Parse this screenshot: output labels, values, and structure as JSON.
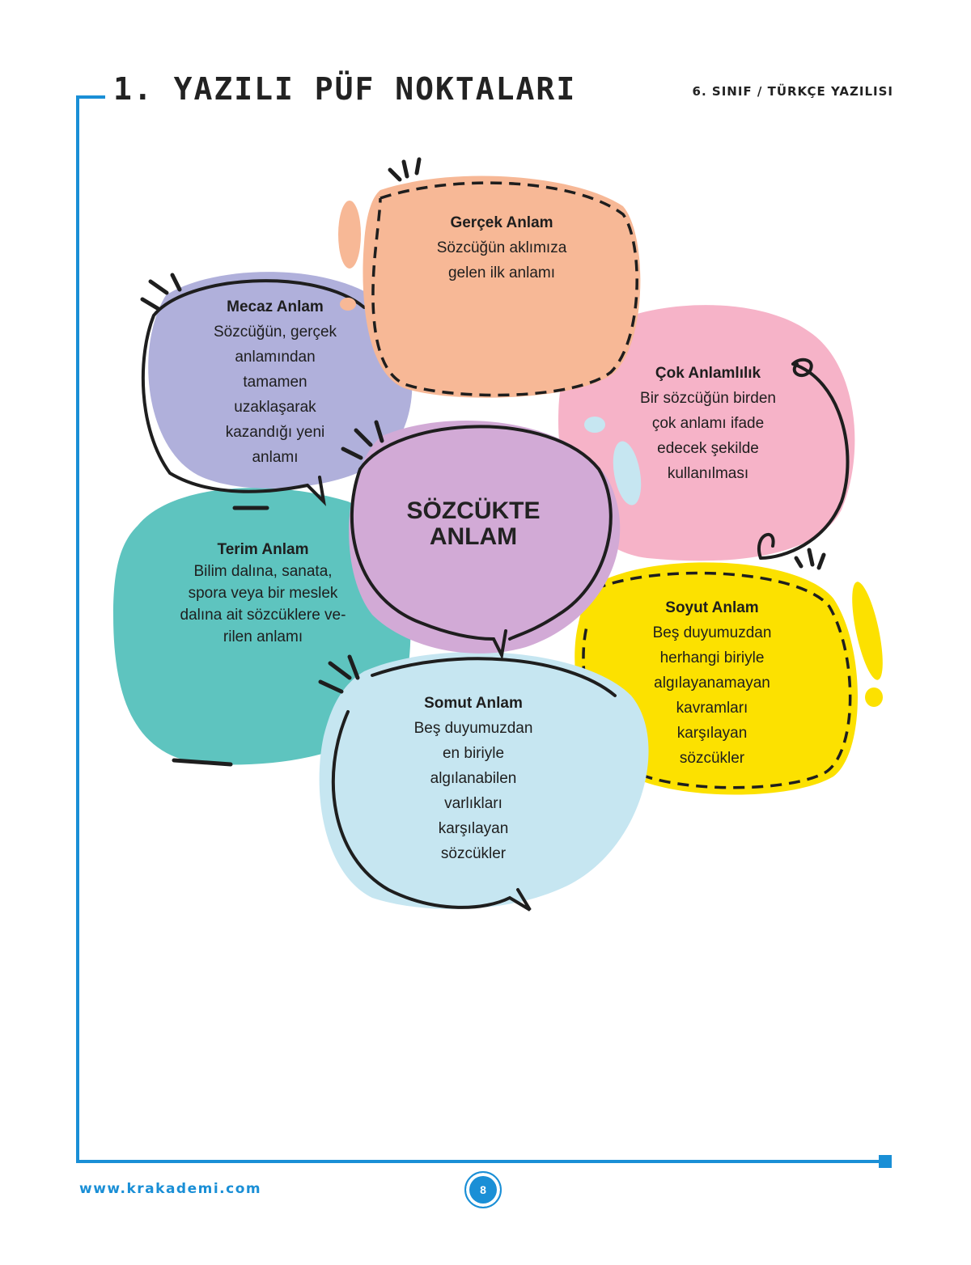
{
  "header": {
    "title": "1. YAZILI PÜF NOKTALARI",
    "subject": "6. SINIF / TÜRKÇE YAZILISI"
  },
  "diagram": {
    "center": "SÖZCÜKTE ANLAM",
    "bubbles": [
      {
        "title": "Gerçek  Anlam",
        "lines": [
          "Sözcüğün aklımıza",
          "gelen ilk anlamı"
        ],
        "color": "#f7b896"
      },
      {
        "title": "Mecaz Anlam",
        "lines": [
          "Sözcüğün, gerçek",
          "anlamından",
          "tamamen",
          "uzaklaşarak",
          "kazandığı yeni",
          "anlamı"
        ],
        "color": "#b0b0db"
      },
      {
        "title": "Çok Anlamlılık",
        "lines": [
          "Bir sözcüğün birden",
          "çok anlamı ifade",
          "edecek şekilde",
          "kullanılması"
        ],
        "color": "#f6b3c8"
      },
      {
        "title": "Terim Anlam",
        "lines": [
          "Bilim dalına, sanata,",
          "spora veya bir meslek",
          "dalına ait sözcüklere ve-",
          "rilen anlamı"
        ],
        "color": "#5ec4bf"
      },
      {
        "title": "Soyut Anlam",
        "lines": [
          "Beş duyumuzdan",
          "herhangi biriyle",
          "algılayanamayan",
          "kavramları",
          "karşılayan",
          "sözcükler"
        ],
        "color": "#fce100"
      },
      {
        "title": "Somut Anlam",
        "lines": [
          "Beş duyumuzdan",
          "en biriyle",
          "algılanabilen",
          "varlıkları",
          "karşılayan",
          "sözcükler"
        ],
        "color": "#c6e6f1"
      }
    ],
    "center_color": "#d2aad6"
  },
  "footer": {
    "website": "www.krakademi.com",
    "page_number": "8"
  },
  "colors": {
    "accent": "#1a8fd6"
  }
}
